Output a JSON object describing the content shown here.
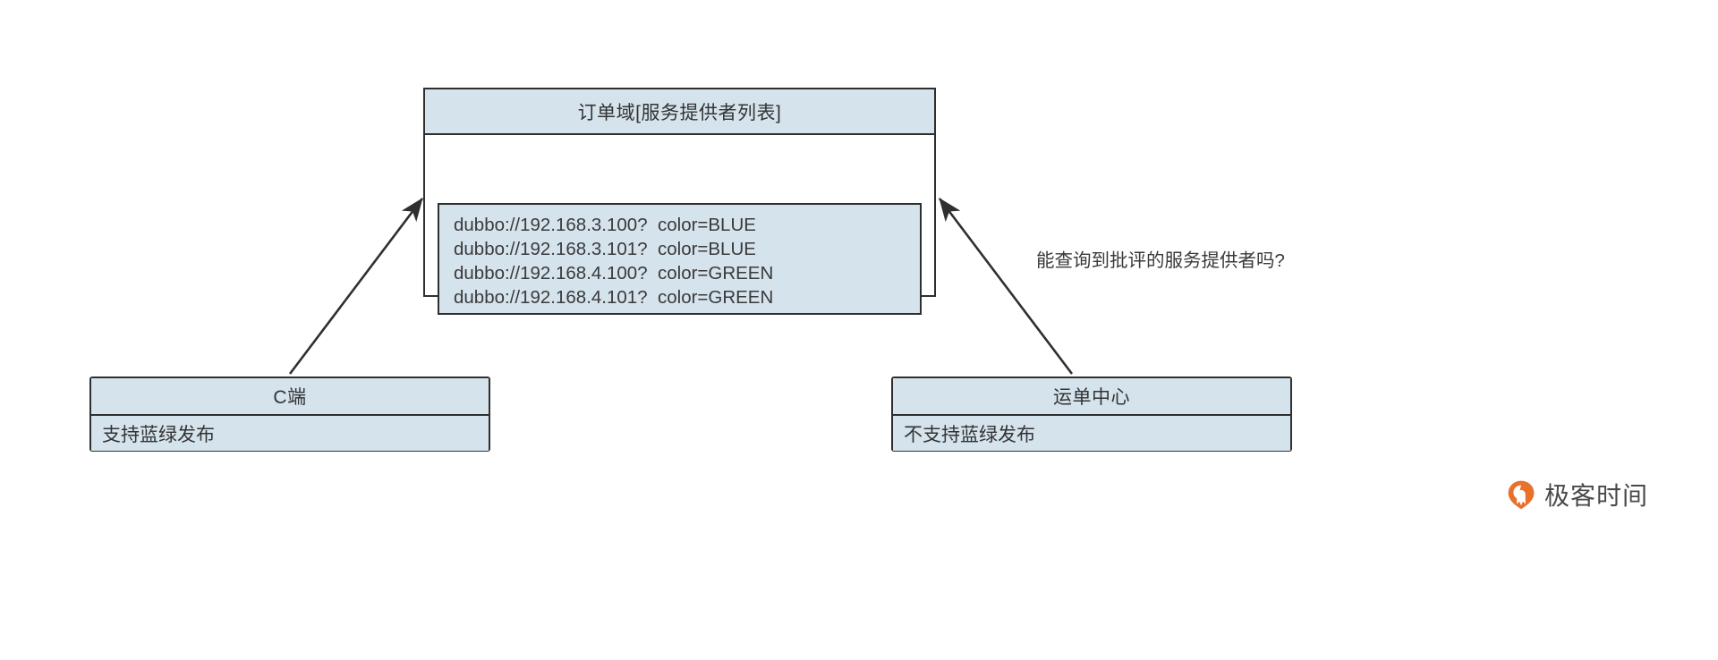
{
  "diagram": {
    "type": "component-relationship-diagram",
    "background_color": "#ffffff",
    "node_fill_color": "#d5e3ed",
    "node_stroke_color": "#2f2f2f",
    "nodes": {
      "order_domain": {
        "title": "订单域[服务提供者列表]",
        "provider_lines": [
          "dubbo://192.168.3.100?  color=BLUE",
          "dubbo://192.168.3.101?  color=BLUE",
          "dubbo://192.168.4.100?  color=GREEN",
          "dubbo://192.168.4.101?  color=GREEN"
        ]
      },
      "c_end": {
        "title": "C端",
        "body": "支持蓝绿发布"
      },
      "waybill_center": {
        "title": "运单中心",
        "body": "不支持蓝绿发布"
      }
    },
    "annotation": "能查询到批评的服务提供者吗?",
    "edges": [
      {
        "from": "C端",
        "to": "订单域[服务提供者列表]",
        "arrow": "open-filled-triangle"
      },
      {
        "from": "运单中心",
        "to": "订单域[服务提供者列表]",
        "arrow": "open-filled-triangle"
      }
    ]
  },
  "brand": {
    "name": "极客时间",
    "logo_icon": "location-pin-icon",
    "logo_color": "#e8722c"
  }
}
